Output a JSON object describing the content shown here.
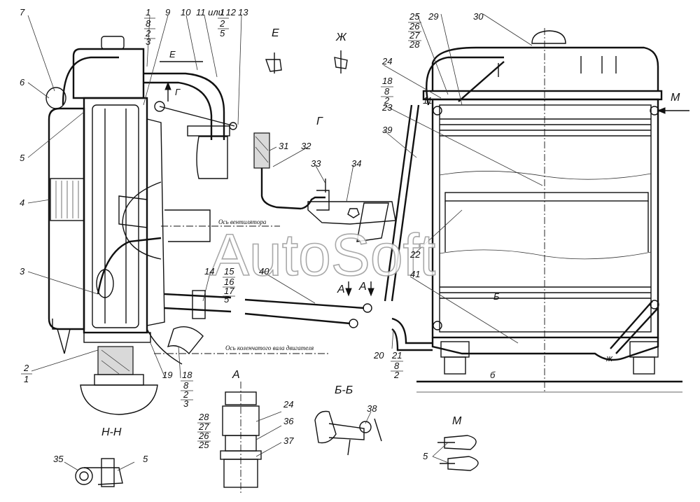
{
  "watermark": "AutoSoft",
  "view_letters": {
    "E": "Е",
    "Zh": "Ж",
    "G": "Г",
    "M": "М",
    "A": "А",
    "A_arrow_1": "А",
    "A_arrow_2": "А",
    "BB": "Б-Б",
    "NN": "Н-Н",
    "E_small": "Е",
    "G_small": "Г",
    "B_small": "Б",
    "B_small_2": "б",
    "Zh_small": "ж",
    "M_small": "М"
  },
  "axis_labels": {
    "fan_axis": "Ось вентилятора",
    "crankshaft_axis": "Ось коленчатого вала двигателя"
  },
  "callouts": {
    "c1": "1",
    "c2": "2",
    "c3": "3",
    "c4": "4",
    "c5a": "5",
    "c5b": "5",
    "c5c": "5",
    "c6": "6",
    "c7": "7",
    "c9": "9",
    "c10": "10",
    "c11or12": "11 или 12",
    "c13": "13",
    "c14": "14",
    "c18": "18",
    "c19": "19",
    "c20": "20",
    "c22": "22",
    "c23": "23",
    "c24": "24",
    "c24b": "24",
    "c25": "25",
    "c29": "29",
    "c30": "30",
    "c31": "31",
    "c32": "32",
    "c33": "33",
    "c34": "34",
    "c35": "35",
    "c36": "36",
    "c37": "37",
    "c38": "38",
    "c39": "39",
    "c40": "40",
    "c41": "41",
    "c11": "11"
  },
  "stacks": {
    "s_1_8_2_3": [
      "1",
      "8",
      "2",
      "3"
    ],
    "s_1_2_5": [
      "1",
      "2",
      "5"
    ],
    "s_15_16_17_5": [
      "15",
      "16",
      "17",
      "5"
    ],
    "s_18_8_2_3": [
      "18",
      "8",
      "2",
      "3"
    ],
    "s_2_1": [
      "2",
      "1"
    ],
    "s_21_8_2": [
      "21",
      "8",
      "2"
    ],
    "s_18_8_2_right": [
      "18",
      "8",
      "2"
    ],
    "s_25_26_27_28": [
      "25",
      "26",
      "27",
      "28"
    ],
    "s_28_27_26_25": [
      "28",
      "27",
      "26",
      "25"
    ]
  }
}
